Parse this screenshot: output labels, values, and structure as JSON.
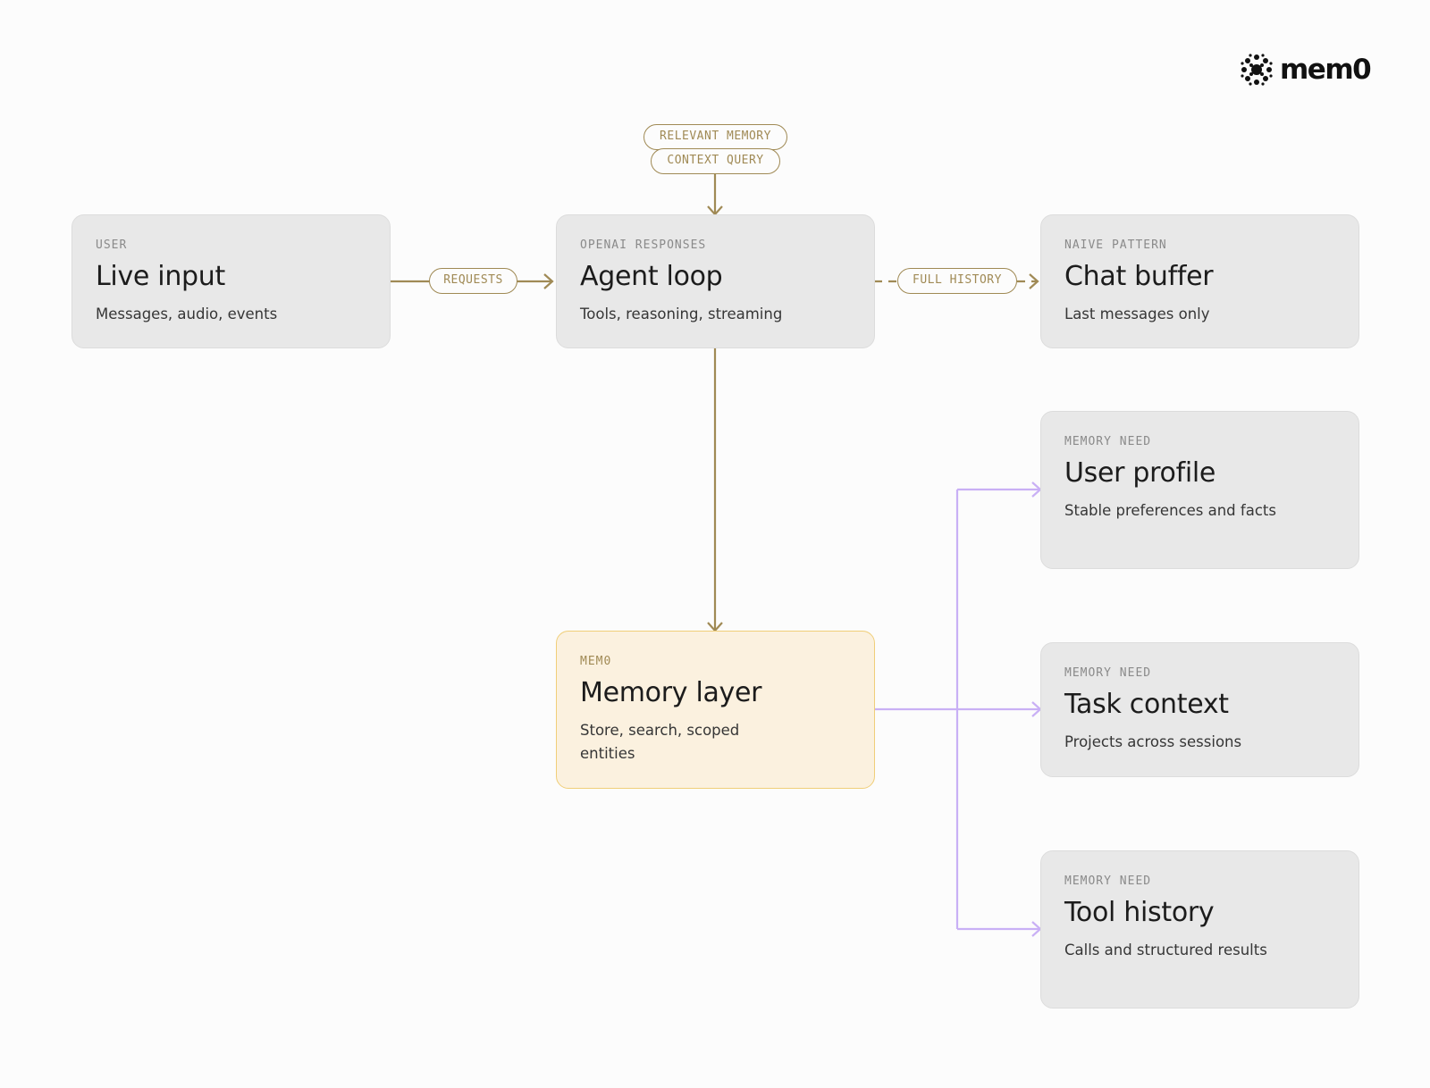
{
  "brand": {
    "logo_text": "mem0",
    "logo_icon": "mem0-dots-icon"
  },
  "colors": {
    "flow": "#a08a55",
    "memory_links": "#c9b0f5",
    "accent_fill": "#fbf1df",
    "accent_border": "#f0ce78",
    "node_fill": "#e8e8e8"
  },
  "nodes": {
    "live_input": {
      "kicker": "USER",
      "title": "Live input",
      "desc": "Messages, audio, events"
    },
    "agent_loop": {
      "kicker": "OPENAI RESPONSES",
      "title": "Agent loop",
      "desc": "Tools, reasoning, streaming"
    },
    "chat_buffer": {
      "kicker": "NAIVE PATTERN",
      "title": "Chat buffer",
      "desc": "Last messages only"
    },
    "memory_layer": {
      "kicker": "MEM0",
      "title": "Memory layer",
      "desc": "Store, search, scoped entities"
    },
    "user_profile": {
      "kicker": "MEMORY NEED",
      "title": "User profile",
      "desc": "Stable preferences and facts"
    },
    "task_context": {
      "kicker": "MEMORY NEED",
      "title": "Task context",
      "desc": "Projects across sessions"
    },
    "tool_history": {
      "kicker": "MEMORY NEED",
      "title": "Tool history",
      "desc": "Calls and structured results"
    }
  },
  "edges": {
    "requests": "REQUESTS",
    "relevant_memory": "RELEVANT MEMORY",
    "context_query": "CONTEXT QUERY",
    "full_history": "FULL HISTORY"
  }
}
